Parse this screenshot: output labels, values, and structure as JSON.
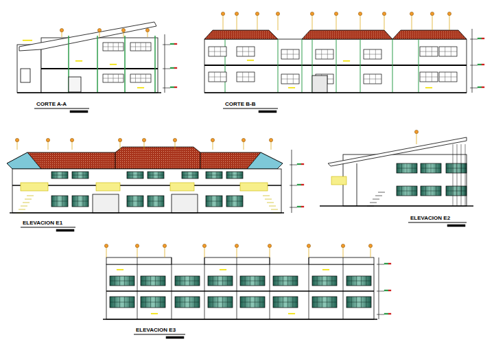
{
  "diagram": {
    "labels": [
      "CORTE A-A",
      "CORTE B-B",
      "ELEVACION E1",
      "ELEVACION E2",
      "ELEVACION E3"
    ]
  }
}
